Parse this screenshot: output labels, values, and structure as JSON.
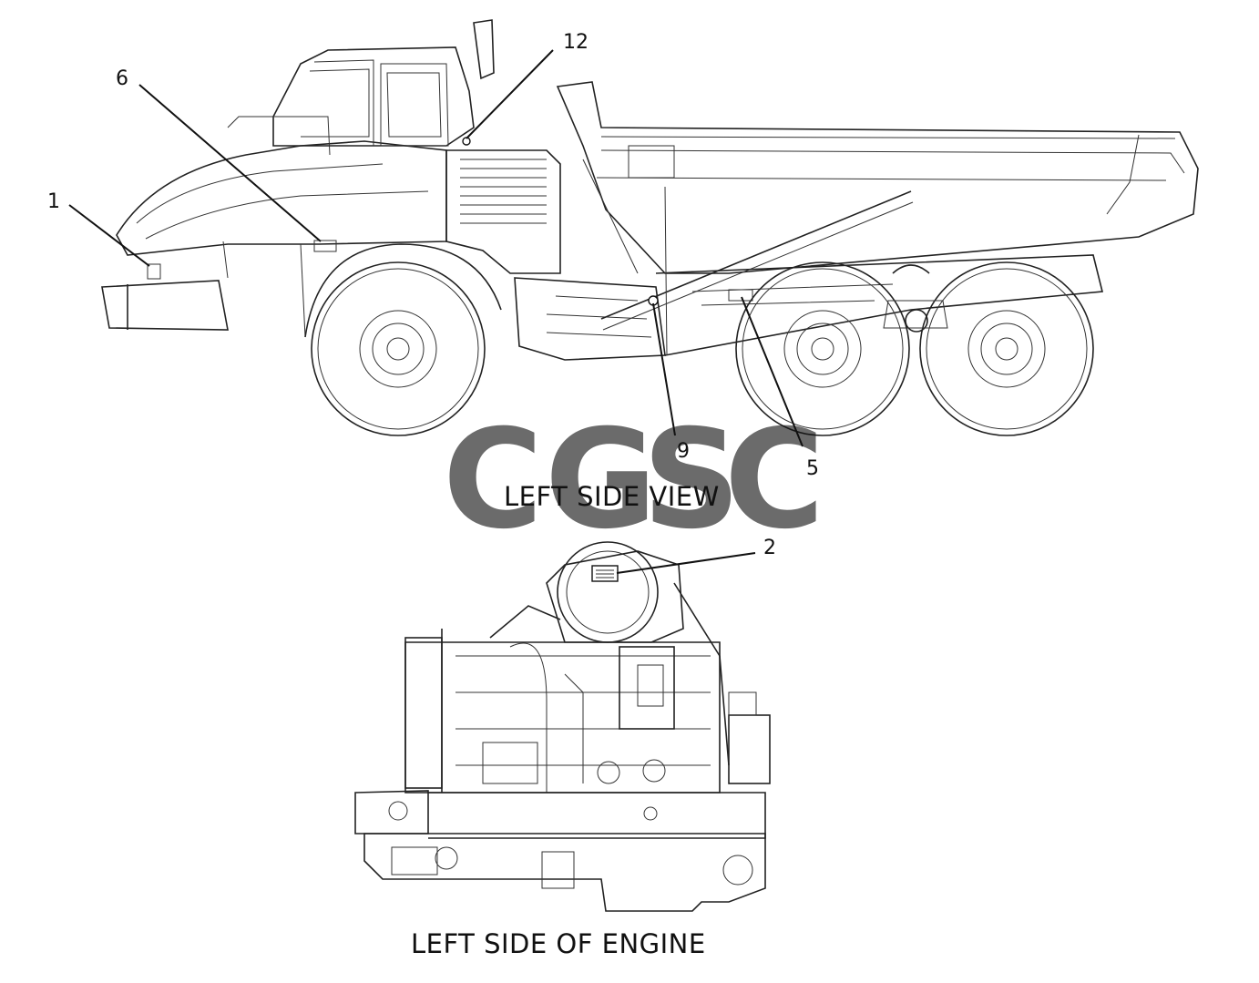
{
  "views": [
    {
      "caption": "LEFT SIDE VIEW"
    },
    {
      "caption": "LEFT SIDE OF ENGINE"
    }
  ],
  "callouts": [
    {
      "number": "1"
    },
    {
      "number": "6"
    },
    {
      "number": "12"
    },
    {
      "number": "9"
    },
    {
      "number": "5"
    },
    {
      "number": "2"
    }
  ],
  "watermark": {
    "letters": [
      "C",
      "G",
      "S",
      "C"
    ],
    "colors": [
      "#5b8def",
      "#f0746a",
      "#f7cf4a",
      "#3aa876"
    ]
  }
}
